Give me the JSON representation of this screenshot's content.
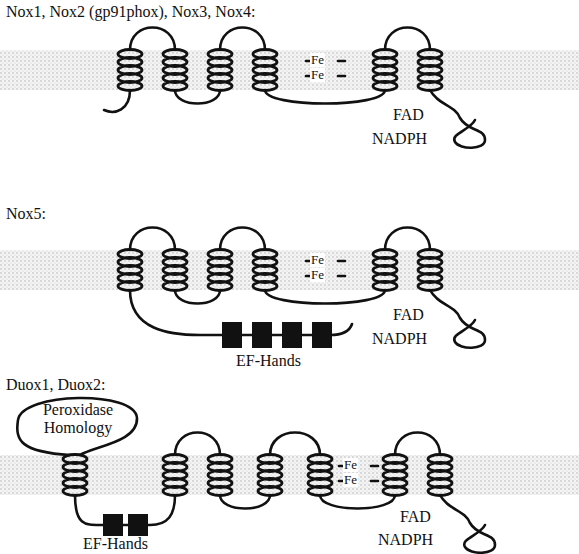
{
  "diagram": {
    "labels": [
      "Nox1, Nox2 (gp91phox), Nox3, Nox4:",
      "Fe",
      "Fe",
      "FAD",
      "NADPH",
      "Nox5:",
      "Fe",
      "Fe",
      "FAD",
      "NADPH",
      "EF-Hands",
      "Duox1, Duox2:",
      "Peroxidase Homology",
      "Fe",
      "Fe",
      "FAD",
      "NADPH",
      "EF-Hands"
    ]
  }
}
